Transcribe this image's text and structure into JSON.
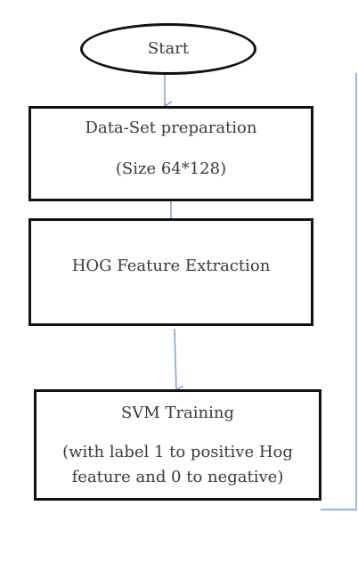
{
  "diagram": {
    "start_node": {
      "label": "Start"
    },
    "steps": [
      {
        "title": "Data-Set preparation",
        "detail_lines": [
          "(Size 64*128)"
        ]
      },
      {
        "title": "HOG Feature Extraction",
        "detail_lines": []
      },
      {
        "title": "SVM Training",
        "detail_lines": [
          "(with label 1 to positive Hog",
          "feature and 0 to negative)"
        ]
      }
    ],
    "colors": {
      "box_border": "#111111",
      "arrow": "#6f9ccf",
      "text": "#3a3a3a"
    }
  }
}
